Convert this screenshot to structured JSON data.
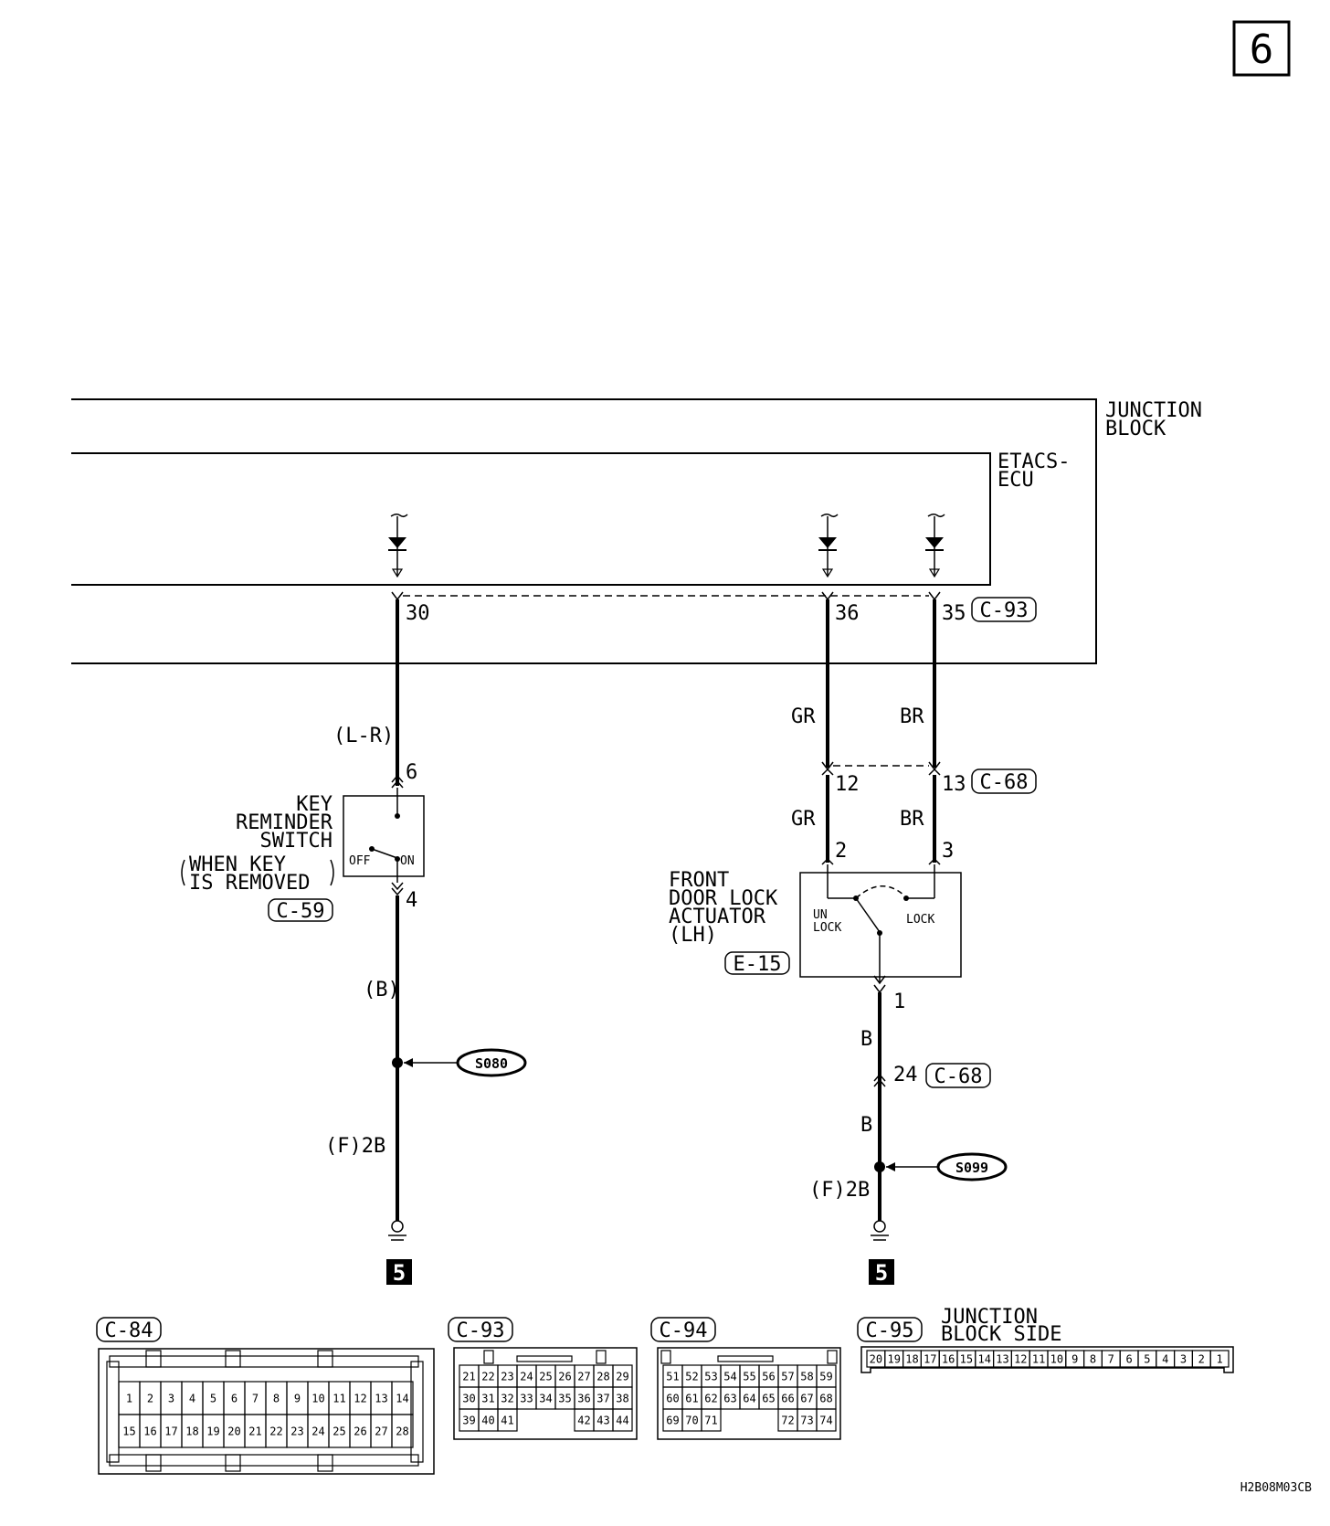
{
  "page": {
    "number": "6",
    "code": "H2B08M03CB"
  },
  "blocks": {
    "junction_block": [
      "JUNCTION",
      "BLOCK"
    ],
    "etacs_ecu": [
      "ETACS-",
      "ECU"
    ]
  },
  "pins": {
    "p30": "30",
    "p36": "36",
    "p35": "35",
    "p6": "6",
    "p4": "4",
    "p12": "12",
    "p13": "13",
    "p2": "2",
    "p3": "3",
    "p1": "1",
    "p24": "24"
  },
  "connectors": {
    "c93": "C-93",
    "c68a": "C-68",
    "c68b": "C-68",
    "c59": "C-59",
    "e15": "E-15"
  },
  "wires": {
    "lr": "(L-R)",
    "b1": "(B)",
    "f2b_left": "(F)2B",
    "gr1": "GR",
    "br1": "BR",
    "gr2": "GR",
    "br2": "BR",
    "b2": "B",
    "b3": "B",
    "f2b_right": "(F)2B"
  },
  "key_switch": {
    "name": [
      "KEY",
      "REMINDER",
      "SWITCH"
    ],
    "note": [
      "WHEN KEY",
      "IS REMOVED"
    ],
    "off": "OFF",
    "on": "ON"
  },
  "actuator": {
    "name": [
      "FRONT",
      "DOOR LOCK",
      "ACTUATOR",
      "(LH)"
    ],
    "unlock": [
      "UN",
      "LOCK"
    ],
    "lock": "LOCK"
  },
  "splices": {
    "s080": "S080",
    "s099": "S099"
  },
  "grounds": {
    "g_left": "5",
    "g_right": "5"
  },
  "connector_views": {
    "c84": {
      "label": "C-84",
      "row1": [
        "1",
        "2",
        "3",
        "4",
        "5",
        "6",
        "7",
        "8",
        "9",
        "10",
        "11",
        "12",
        "13",
        "14"
      ],
      "row2": [
        "15",
        "16",
        "17",
        "18",
        "19",
        "20",
        "21",
        "22",
        "23",
        "24",
        "25",
        "26",
        "27",
        "28"
      ]
    },
    "c93": {
      "label": "C-93",
      "row1": [
        "21",
        "22",
        "23",
        "24",
        "25",
        "26",
        "27",
        "28",
        "29"
      ],
      "row2": [
        "30",
        "31",
        "32",
        "33",
        "34",
        "35",
        "36",
        "37",
        "38"
      ],
      "row3": [
        "39",
        "40",
        "41",
        "",
        "",
        "",
        "42",
        "43",
        "44"
      ]
    },
    "c94": {
      "label": "C-94",
      "row1": [
        "51",
        "52",
        "53",
        "54",
        "55",
        "56",
        "57",
        "58",
        "59"
      ],
      "row2": [
        "60",
        "61",
        "62",
        "63",
        "64",
        "65",
        "66",
        "67",
        "68"
      ],
      "row3": [
        "69",
        "70",
        "71",
        "",
        "",
        "",
        "72",
        "73",
        "74"
      ]
    },
    "c95": {
      "label": "C-95",
      "caption": [
        "JUNCTION",
        "BLOCK SIDE"
      ],
      "row": [
        "20",
        "19",
        "18",
        "17",
        "16",
        "15",
        "14",
        "13",
        "12",
        "11",
        "10",
        "9",
        "8",
        "7",
        "6",
        "5",
        "4",
        "3",
        "2",
        "1"
      ]
    }
  }
}
